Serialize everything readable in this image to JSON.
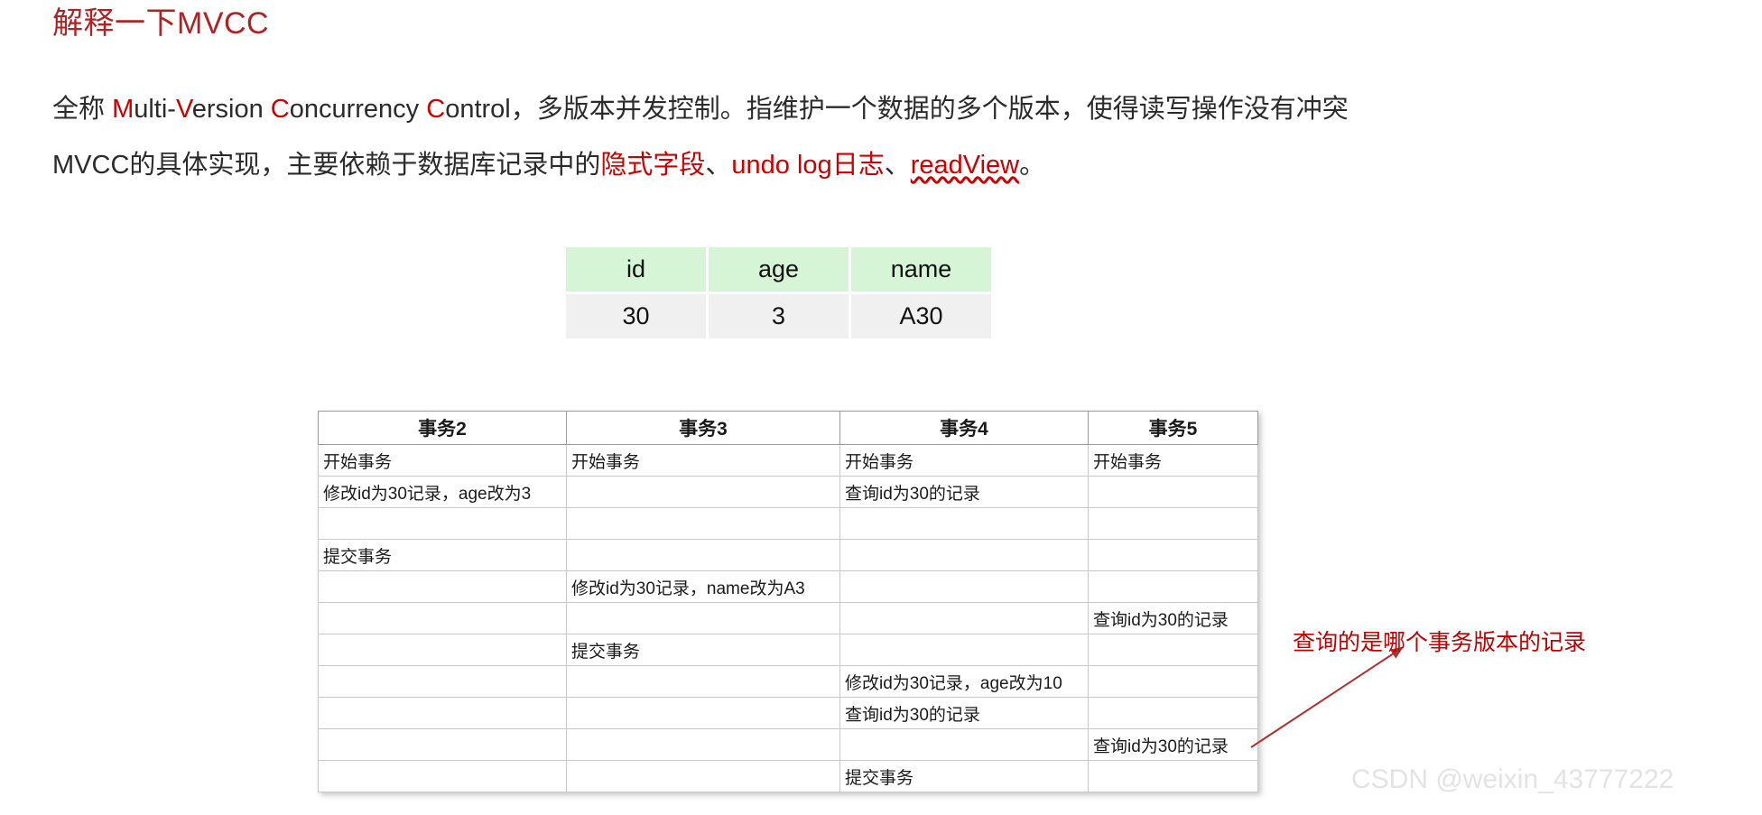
{
  "page": {
    "title": "解释一下MVCC",
    "title_color": "#b22222"
  },
  "intro": {
    "line1": {
      "prefix": "全称 ",
      "m": "M",
      "ulti": "ulti-",
      "v": "V",
      "ersion": "ersion ",
      "c1": "C",
      "oncurrency": "oncurrency ",
      "c2": "C",
      "ontrol": "ontrol",
      "suffix": "，多版本并发控制。指维护一个数据的多个版本，使得读写操作没有冲突"
    },
    "line2": {
      "prefix": "MVCC的具体实现，主要依赖于数据库记录中的",
      "term1": "隐式字段",
      "sep1": "、",
      "term2": "undo log日志",
      "sep2": "、",
      "term3": "readView",
      "suffix": "。"
    }
  },
  "record_table": {
    "headers": [
      "id",
      "age",
      "name"
    ],
    "row": [
      "30",
      "3",
      "A30"
    ],
    "header_bg": "#d6f5d6",
    "cell_bg": "#f0f0f0"
  },
  "txn_table": {
    "headers": [
      "事务2",
      "事务3",
      "事务4",
      "事务5"
    ],
    "rows": [
      [
        "开始事务",
        "开始事务",
        "开始事务",
        "开始事务"
      ],
      [
        "修改id为30记录，age改为3",
        "",
        "查询id为30的记录",
        ""
      ],
      [
        "",
        "",
        "",
        ""
      ],
      [
        "提交事务",
        "",
        "",
        ""
      ],
      [
        "",
        "修改id为30记录，name改为A3",
        "",
        ""
      ],
      [
        "",
        "",
        "",
        "查询id为30的记录"
      ],
      [
        "",
        "提交事务",
        "",
        ""
      ],
      [
        "",
        "",
        "修改id为30记录，age改为10",
        ""
      ],
      [
        "",
        "",
        "查询id为30的记录",
        ""
      ],
      [
        "",
        "",
        "",
        "查询id为30的记录"
      ],
      [
        "",
        "",
        "提交事务",
        ""
      ]
    ]
  },
  "annotation": {
    "text": "查询的是哪个事务版本的记录",
    "color": "#c00000"
  },
  "watermark": {
    "text": "CSDN @weixin_43777222"
  }
}
